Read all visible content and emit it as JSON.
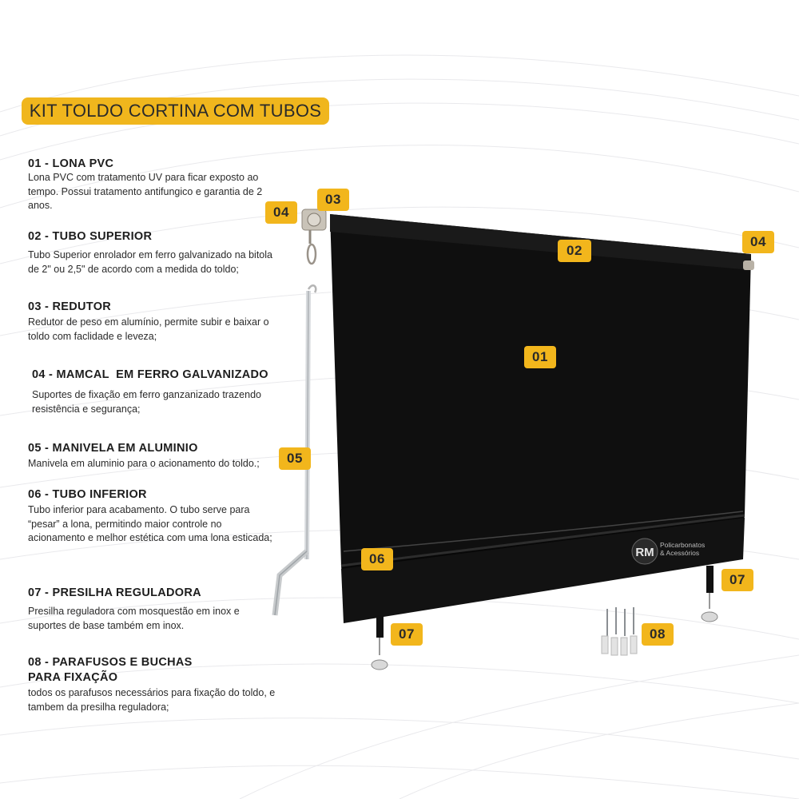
{
  "title": "KIT TOLDO CORTINA COM TUBOS",
  "items": [
    {
      "heading": "01 - LONA PVC",
      "text": "Lona PVC com tratamento UV para ficar exposto ao tempo. Possui tratamento antifungico e garantia de 2 anos."
    },
    {
      "heading": "02 - TUBO SUPERIOR",
      "text": "Tubo Superior enrolador em ferro galvanizado na bitola de 2\" ou 2,5\" de acordo com a medida do toldo;"
    },
    {
      "heading": "03 - REDUTOR",
      "text": "Redutor de peso em alumínio, permite subir e baixar o toldo com faclidade e leveza;"
    },
    {
      "heading": "04 - MAMCAL  EM FERRO GALVANIZADO",
      "text": "Suportes de fixação em ferro ganzanizado trazendo resistência e segurança;"
    },
    {
      "heading": "05 - MANIVELA EM ALUMINIO",
      "text": "Manivela em aluminio para o acionamento do toldo.;"
    },
    {
      "heading": "06 - TUBO INFERIOR",
      "text": "Tubo inferior para acabamento. O tubo serve para “pesar” a lona, permitindo maior controle no acionamento e melhor estética com uma lona esticada;"
    },
    {
      "heading": "07 - PRESILHA REGULADORA",
      "text": "Presilha reguladora com mosquestão em inox e suportes de base também em inox."
    },
    {
      "heading": "08 - PARAFUSOS E BUCHAS PARA FIXAÇÃO",
      "text": "todos os parafusos necessários para fixação do toldo, e tambem da presilha reguladora;"
    }
  ],
  "badges": {
    "b01": "01",
    "b02": "02",
    "b03": "03",
    "b04_left": "04",
    "b04_right": "04",
    "b05": "05",
    "b06": "06",
    "b07_left": "07",
    "b07_right": "07",
    "b08": "08"
  },
  "logo": {
    "mark": "RM",
    "line1": "Policarbonatos",
    "line2": "& Acessórios"
  },
  "colors": {
    "accent": "#f2b61c",
    "awning": "#0e0e0e",
    "text": "#222222"
  }
}
